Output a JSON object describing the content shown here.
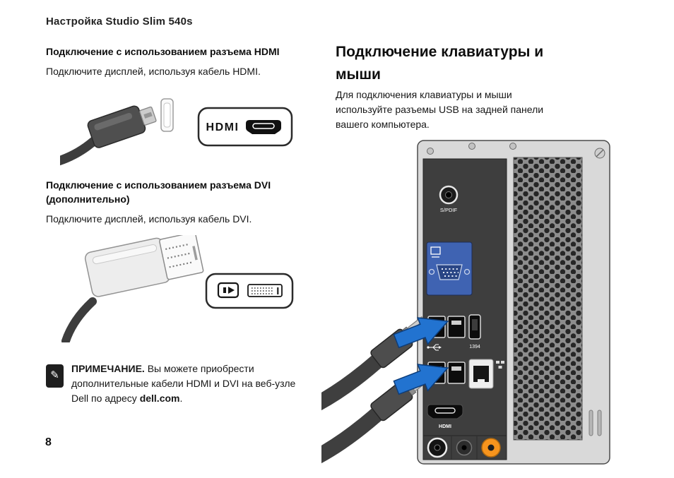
{
  "page": {
    "header": "Настройка Studio Slim 540s",
    "number": "8"
  },
  "hdmi_section": {
    "heading": "Подключение с использованием разъема HDMI",
    "body": "Подключите дисплей, используя кабель HDMI.",
    "badge_logo": "HDMI"
  },
  "dvi_section": {
    "heading": "Подключение с использованием разъема DVI (дополнительно)",
    "body": "Подключите дисплей, используя кабель DVI."
  },
  "note": {
    "label": "ПРИМЕЧАНИЕ.",
    "text_before_link": " Вы можете приобрести дополнительные кабели HDMI и DVI на веб-узле Dell по адресу ",
    "link": "dell.com",
    "text_after_link": "."
  },
  "keyboard_mouse_section": {
    "heading": "Подключение клавиатуры и мыши",
    "body": "Для подключения клавиатуры и мыши используйте разъемы USB на задней панели вашего компьютера.",
    "panel": {
      "spdif_label": "S/PDIF",
      "firewire_label": "1394",
      "hdmi_label": "HDMI"
    }
  },
  "icons": {
    "note_pencil": "✎"
  },
  "colors": {
    "accent_arrow_blue": "#2273d0",
    "vga_blue": "#3f63b2",
    "audio_orange": "#f7941d"
  }
}
